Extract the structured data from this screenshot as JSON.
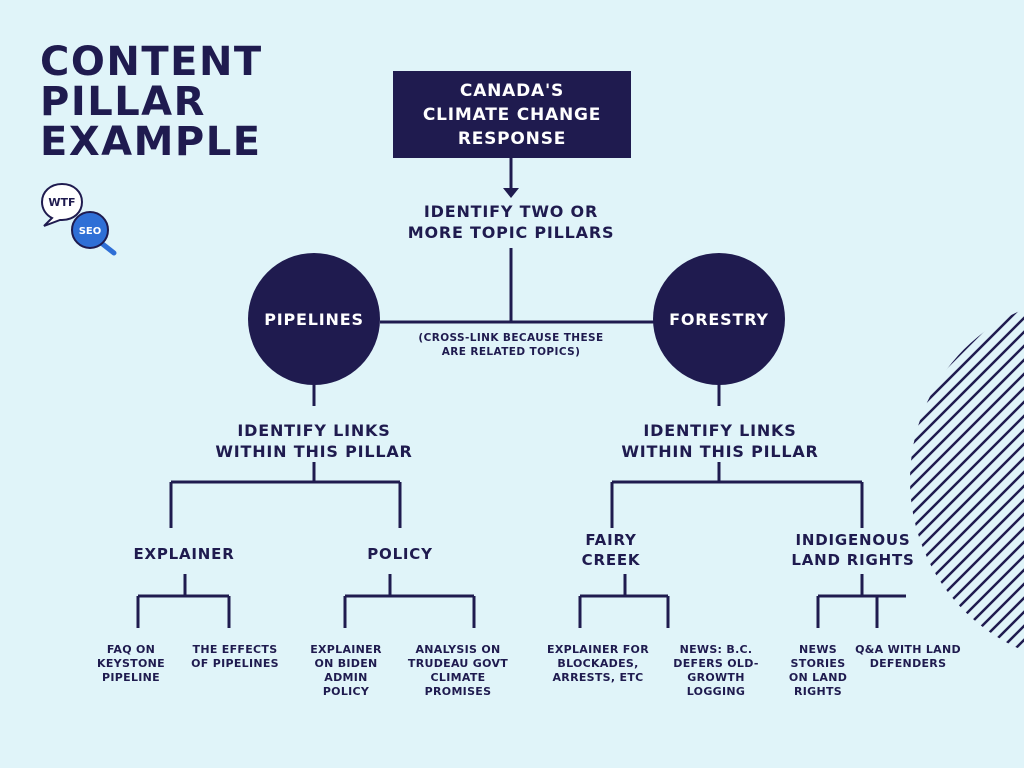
{
  "title": "CONTENT\nPILLAR\nEXAMPLE",
  "logo": {
    "bubble_text": "WTF",
    "lens_text": "SEO"
  },
  "root": {
    "label": "CANADA'S\nCLIMATE CHANGE\nRESPONSE"
  },
  "step1": "IDENTIFY TWO OR\nMORE TOPIC PILLARS",
  "cross_link_note": "(CROSS-LINK BECAUSE THESE\nARE RELATED TOPICS)",
  "pillars": [
    {
      "name": "PIPELINES",
      "step": "IDENTIFY LINKS\nWITHIN THIS PILLAR",
      "subtopics": [
        {
          "name": "EXPLAINER",
          "leaves": [
            "FAQ ON\nKEYSTONE\nPIPELINE",
            "THE EFFECTS\nOF PIPELINES"
          ]
        },
        {
          "name": "POLICY",
          "leaves": [
            "EXPLAINER\nON BIDEN\nADMIN\nPOLICY",
            "ANALYSIS ON\nTRUDEAU GOVT\nCLIMATE\nPROMISES"
          ]
        }
      ]
    },
    {
      "name": "FORESTRY",
      "step": "IDENTIFY LINKS\nWITHIN THIS PILLAR",
      "subtopics": [
        {
          "name": "FAIRY\nCREEK",
          "leaves": [
            "EXPLAINER FOR\nBLOCKADES,\nARRESTS, ETC",
            "NEWS: B.C.\nDEFERS OLD-\nGROWTH\nLOGGING"
          ]
        },
        {
          "name": "INDIGENOUS\nLAND RIGHTS",
          "leaves": [
            "NEWS\nSTORIES\nON LAND\nRIGHTS",
            "Q&A WITH LAND\nDEFENDERS"
          ]
        }
      ]
    }
  ],
  "colors": {
    "navy": "#1f1b4f",
    "background": "#e0f4f9",
    "logo_blue": "#2f6fd6"
  }
}
